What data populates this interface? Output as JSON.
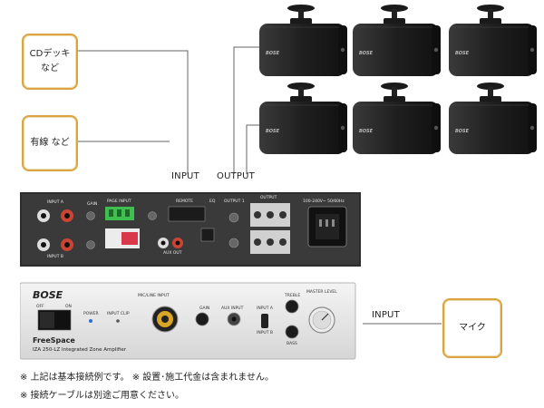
{
  "sources": {
    "cd_deck": [
      "CDデッキ",
      "など"
    ],
    "wired": "有線 など",
    "mic": "マイク"
  },
  "labels": {
    "input_left": "INPUT",
    "output": "OUTPUT",
    "input_right": "INPUT"
  },
  "speaker_brand": "BOSE",
  "rear_panel": {
    "input_a": "INPUT A",
    "input_b": "INPUT B",
    "gain": "GAIN",
    "page_input": "PAGE INPUT",
    "remote": "REMOTE",
    "eq": "EQ",
    "output_1": "OUTPUT 1",
    "output": "OUTPUT",
    "power_spec": "100-240V~ 50/60Hz",
    "aux_out": "AUX OUT"
  },
  "front_panel": {
    "brand": "BOSE",
    "off": "OFF",
    "on": "ON",
    "power": "POWER",
    "input_clip": "INPUT CLIP",
    "mic_line_input": "MIC/LINE INPUT",
    "gain": "GAIN",
    "aux_input": "AUX INPUT",
    "input_a": "INPUT A",
    "input_b": "INPUT B",
    "treble": "TREBLE",
    "bass": "BASS",
    "master_level": "MASTER LEVEL",
    "model_line1": "FreeSpace",
    "model_line2": "IZA 250-LZ Integrated Zone Amplifier"
  },
  "notes": [
    "※ 上記は基本接続例です。 ※ 設置･施工代金は含まれません。",
    "※ 接続ケーブルは別途ご用意ください。"
  ],
  "colors": {
    "box_border": "#d9a441",
    "speaker_body": "#2b2b2b",
    "line": "#555555"
  }
}
